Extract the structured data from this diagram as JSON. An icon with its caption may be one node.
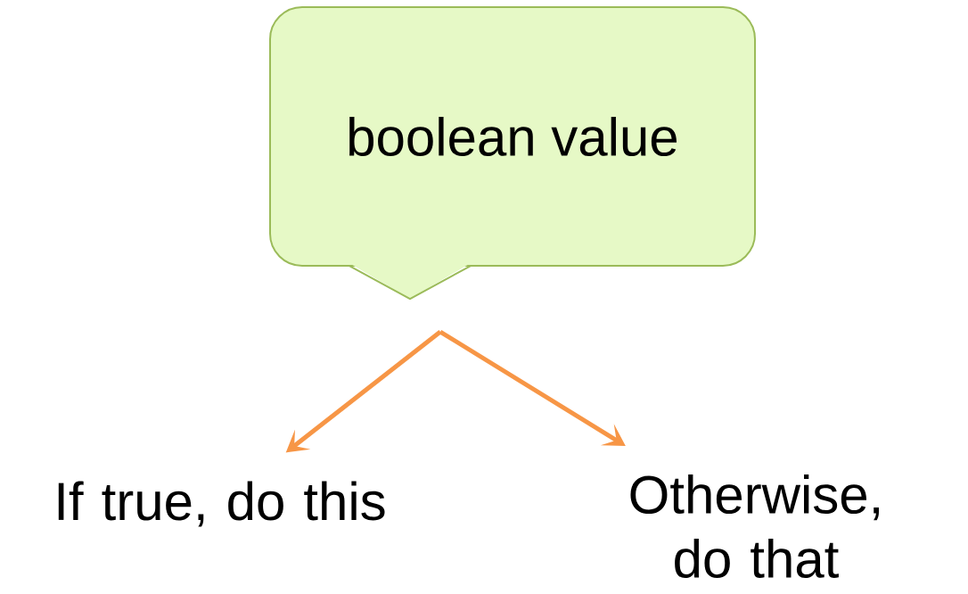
{
  "diagram": {
    "nodes": [
      {
        "text": [
          "boolean value"
        ]
      },
      {
        "text": [
          "If true, do this"
        ]
      },
      {
        "text": [
          "Otherwise, do that"
        ]
      }
    ],
    "edges": [
      {
        "from": null,
        "to": 1,
        "arrow": "to",
        "color": "#f79646"
      },
      {
        "from": null,
        "to": 2,
        "arrow": "to",
        "color": "#f79646"
      }
    ]
  }
}
